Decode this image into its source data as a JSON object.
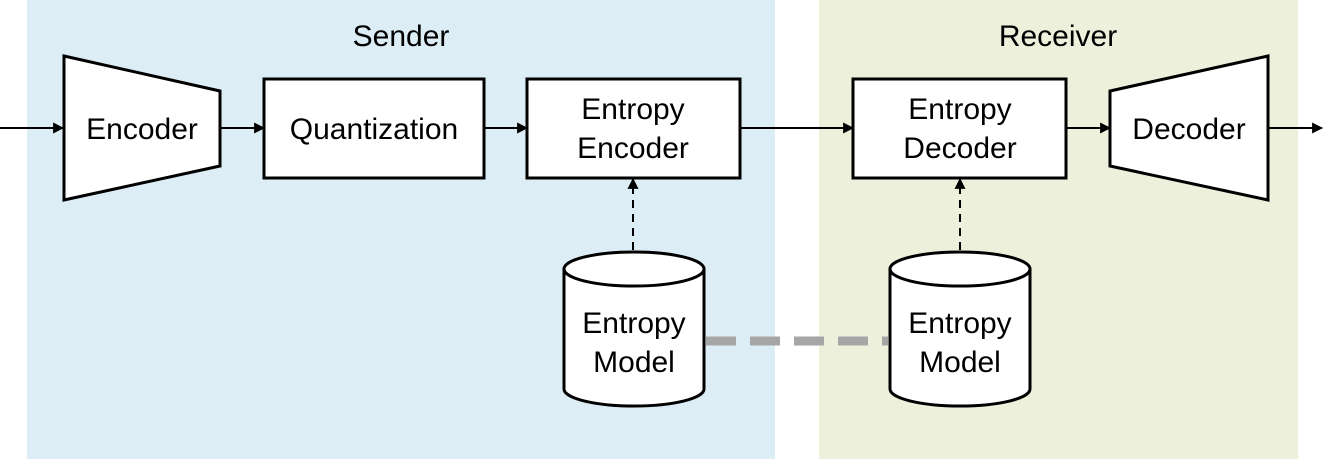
{
  "regions": {
    "sender": {
      "title": "Sender",
      "color": "#dcedf5"
    },
    "receiver": {
      "title": "Receiver",
      "color": "#edf1dc"
    }
  },
  "blocks": {
    "encoder": {
      "label": "Encoder"
    },
    "quantization": {
      "label": "Quantization"
    },
    "entropy_encoder": {
      "line1": "Entropy",
      "line2": "Encoder"
    },
    "entropy_decoder": {
      "line1": "Entropy",
      "line2": "Decoder"
    },
    "decoder": {
      "label": "Decoder"
    },
    "sender_model": {
      "line1": "Entropy",
      "line2": "Model"
    },
    "receiver_model": {
      "line1": "Entropy",
      "line2": "Model"
    }
  },
  "colors": {
    "stroke": "#000000",
    "shared_link": "#a6a6a6"
  }
}
